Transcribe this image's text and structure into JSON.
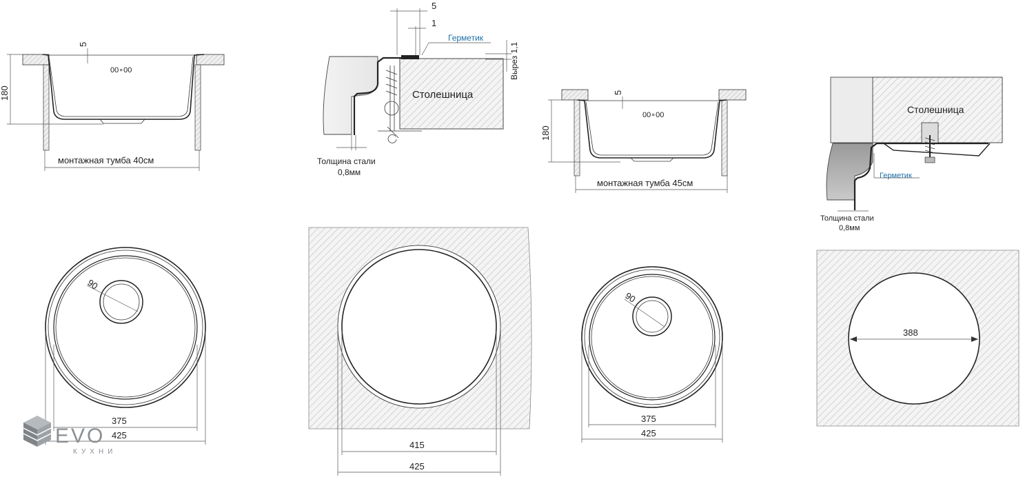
{
  "colors": {
    "accent": "#1d6fa5",
    "line": "#222222",
    "hatch": "#c8c8c8",
    "logo": "#8a8f94"
  },
  "logo": {
    "brand": "EVO",
    "subtitle": "КУХНИ"
  },
  "sideview_40": {
    "depth": "180",
    "rim": "5",
    "cabinet": "монтажная тумба",
    "cabinet_size": "40см"
  },
  "sideview_45": {
    "depth": "180",
    "rim": "5",
    "cabinet": "монтажная тумба",
    "cabinet_size": "45см"
  },
  "install_detail_1": {
    "dim_outer": "5",
    "dim_inner": "1",
    "sealant": "Герметик",
    "cutout": "Вырез 1,1",
    "countertop": "Столешница",
    "steel_line1": "Толщина стали",
    "steel_line2": "0,8мм"
  },
  "install_detail_2": {
    "countertop": "Столешница",
    "sealant": "Герметик",
    "steel_line1": "Толщина стали",
    "steel_line2": "0,8мм"
  },
  "top_view_1": {
    "drain": "90",
    "inner": "375",
    "outer": "425"
  },
  "cutout_view_1": {
    "inner": "415",
    "outer": "425"
  },
  "top_view_2": {
    "drain": "90",
    "inner": "375",
    "outer": "425"
  },
  "cutout_view_2": {
    "diameter": "388"
  }
}
